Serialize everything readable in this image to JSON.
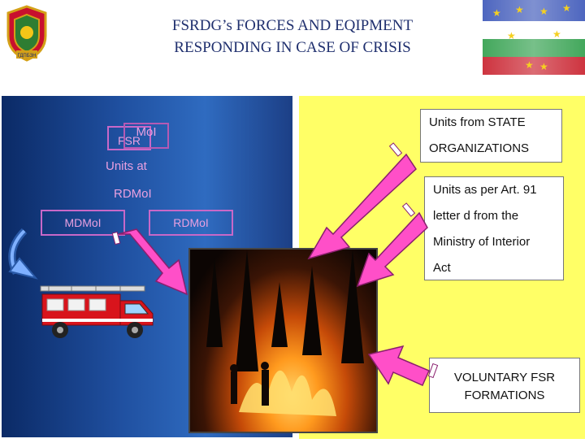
{
  "title": {
    "line1": "FSRDG’s FORCES AND EQIPMENT",
    "line2": "RESPONDING IN CASE OF CRISIS"
  },
  "logo": {
    "text": "ГДПБЗН"
  },
  "left_panel": {
    "moi_label": "MoI",
    "fsr_label": "FSR",
    "units_at_label": "Units at",
    "rdmoi_label": "RDMoI",
    "mdmoi_box": "MDMoI",
    "rdmoi_box": "RDMoI"
  },
  "right_panel": {
    "state_box": {
      "line1": "Units from STATE",
      "line2": "ORGANIZATIONS"
    },
    "art91_box": {
      "line1": "Units as per Art. 91",
      "line2": "letter d from the",
      "line3": "Ministry of Interior",
      "line4": "Act"
    },
    "voluntary_box": {
      "line1": "VOLUNTARY FSR",
      "line2": "FORMATIONS"
    }
  },
  "colors": {
    "title": "#1f2f6e",
    "left_panel": "#1f4f9f",
    "right_panel": "#ffff66",
    "arrow": "#ff4fc8",
    "box_border": "#c868c8"
  },
  "icons": [
    "emblem-icon",
    "flag-icon",
    "curved-arrow-icon",
    "fire-truck-icon",
    "arrow-icon"
  ]
}
